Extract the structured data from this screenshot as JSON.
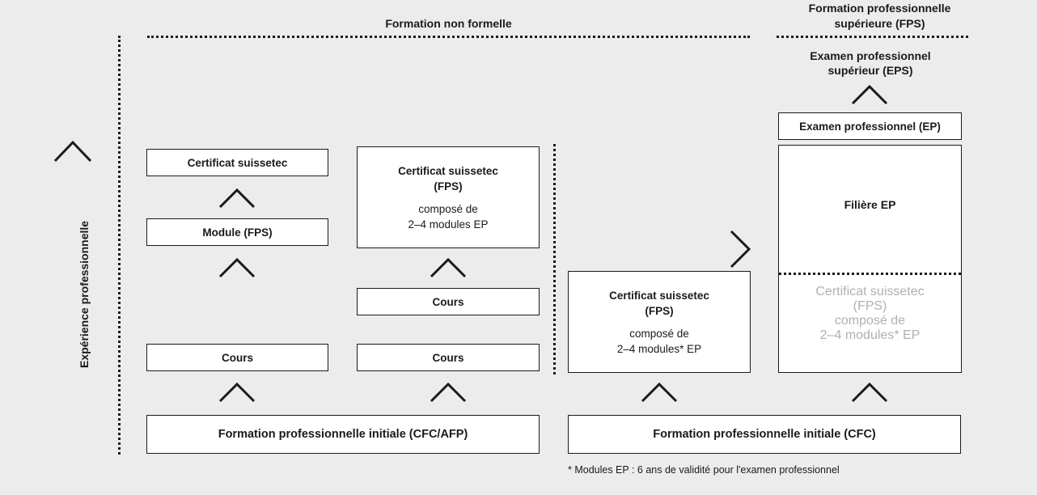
{
  "diagram": {
    "headers": {
      "non_formal": "Formation non formelle",
      "fps_line1": "Formation professionnelle",
      "fps_line2": "supérieure (FPS)"
    },
    "side_label": "Expérience professionnelle",
    "footnote": "* Modules EP : 6 ans de validité pour l'examen professionnel",
    "eps_label_line1": "Examen professionnel",
    "eps_label_line2": "supérieur (EPS)",
    "boxes": {
      "certificat_suissetec": {
        "title": "Certificat suissetec"
      },
      "module_fps": {
        "title": "Module (FPS)"
      },
      "cours_a": {
        "title": "Cours"
      },
      "cert_fps_col2": {
        "title_line1": "Certificat suissetec",
        "title_line2": "(FPS)",
        "sub_line1": "composé de",
        "sub_line2": "2–4 modules EP"
      },
      "cours_b": {
        "title": "Cours"
      },
      "cours_c": {
        "title": "Cours"
      },
      "formation_initiale_cfc_afp": {
        "title": "Formation professionnelle initiale (CFC/AFP)"
      },
      "cert_fps_col3": {
        "title_line1": "Certificat suissetec",
        "title_line2": "(FPS)",
        "sub_line1": "composé de",
        "sub_line2": "2–4 modules* EP"
      },
      "formation_initiale_cfc": {
        "title": "Formation professionnelle initiale (CFC)"
      },
      "examen_professionnel": {
        "title": "Examen professionnel (EP)"
      },
      "filiere_ep": {
        "title": "Filière EP"
      },
      "cert_fps_col4_grey": {
        "title_line1": "Certificat suissetec",
        "title_line2": "(FPS)",
        "sub_line1": "composé de",
        "sub_line2": "2–4 modules* EP"
      }
    },
    "colors": {
      "background": "#ececec",
      "box_fill": "#ffffff",
      "stroke": "#1a1a1a",
      "muted_text": "#b0b0b0"
    },
    "icons": {
      "chevron_up": "chevron-up-icon",
      "chevron_right": "chevron-right-icon"
    }
  }
}
